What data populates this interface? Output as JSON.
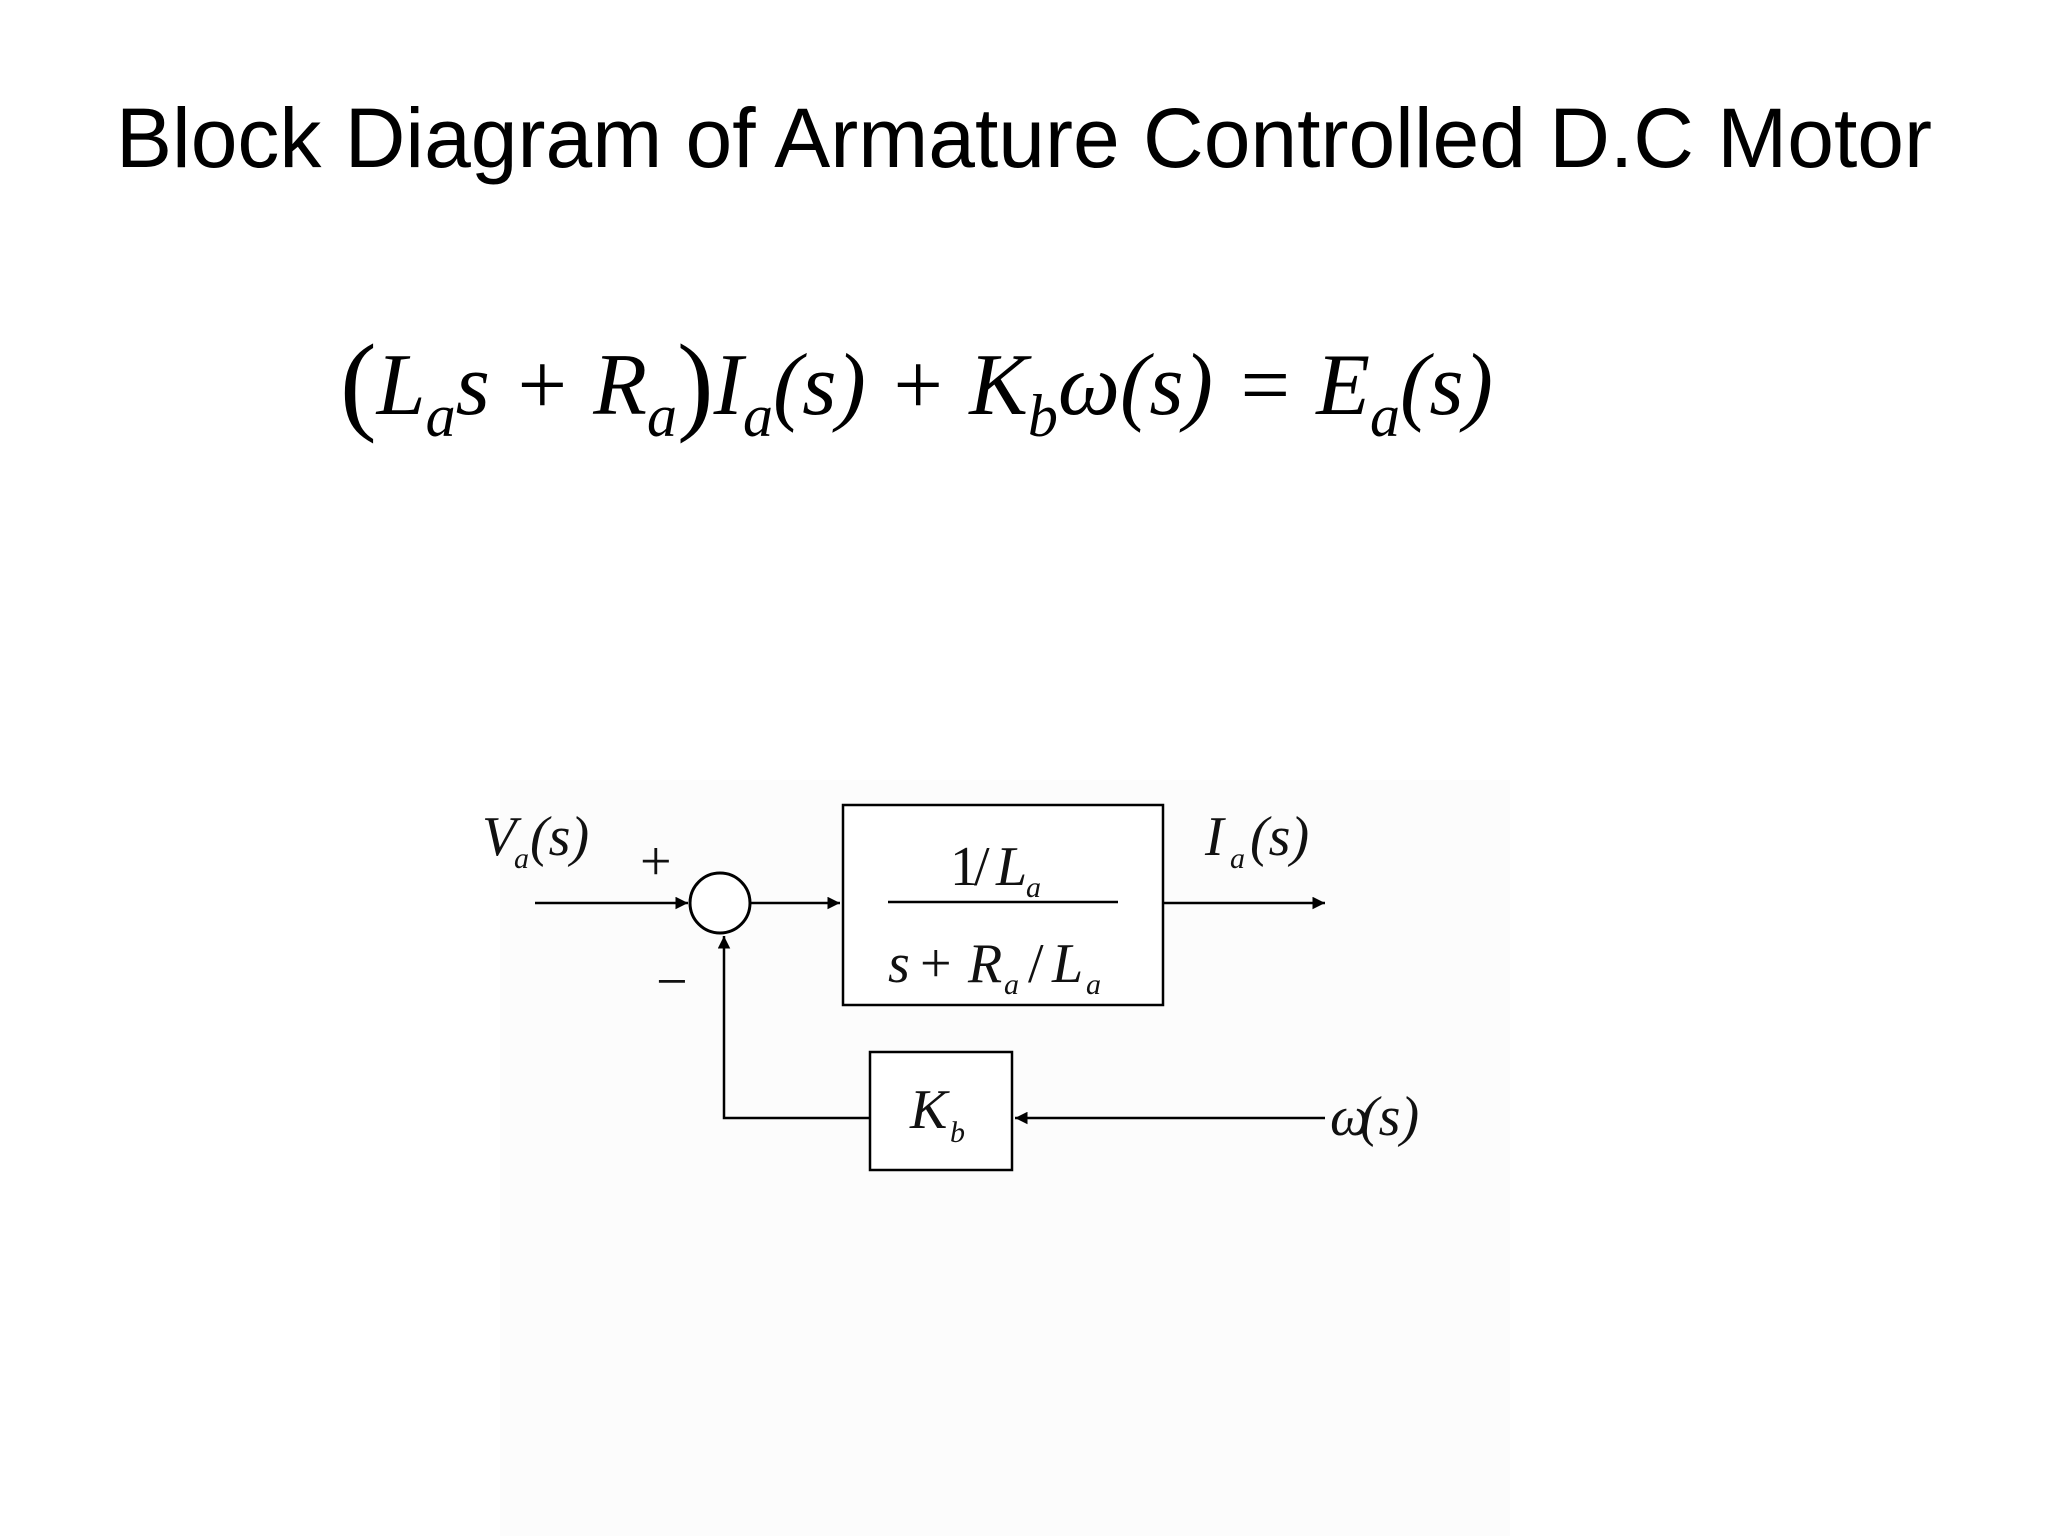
{
  "title": "Block Diagram of Armature Controlled D.C Motor",
  "equation": {
    "lhs_open": "(",
    "la": "L",
    "la_sub": "a",
    "s1": "s + ",
    "ra": "R",
    "ra_sub": "a",
    "close": ")",
    "ia": "I",
    "ia_sub": "a",
    "ia_arg": "(s) + ",
    "kb": "K",
    "kb_sub": "b",
    "omega": "ω(s) = ",
    "ea": "E",
    "ea_sub": "a",
    "ea_arg": "(s)"
  },
  "diagram": {
    "input": {
      "main": "V",
      "sub": "a",
      "arg": "(s)"
    },
    "plus": "+",
    "minus": "−",
    "block1": {
      "num_one": "1",
      "num_slash": "/",
      "num_l": "L",
      "num_l_sub": "a",
      "den_s": "s",
      "den_plus": "+",
      "den_r": "R",
      "den_r_sub": "a",
      "den_slash": "/",
      "den_l": "L",
      "den_l_sub": "a"
    },
    "output": {
      "main": "I",
      "sub": "a",
      "arg": "(s)"
    },
    "feedback_block": {
      "main": "K",
      "sub": "b"
    },
    "feedback_input": {
      "main": "ω",
      "arg": "(s)"
    }
  }
}
